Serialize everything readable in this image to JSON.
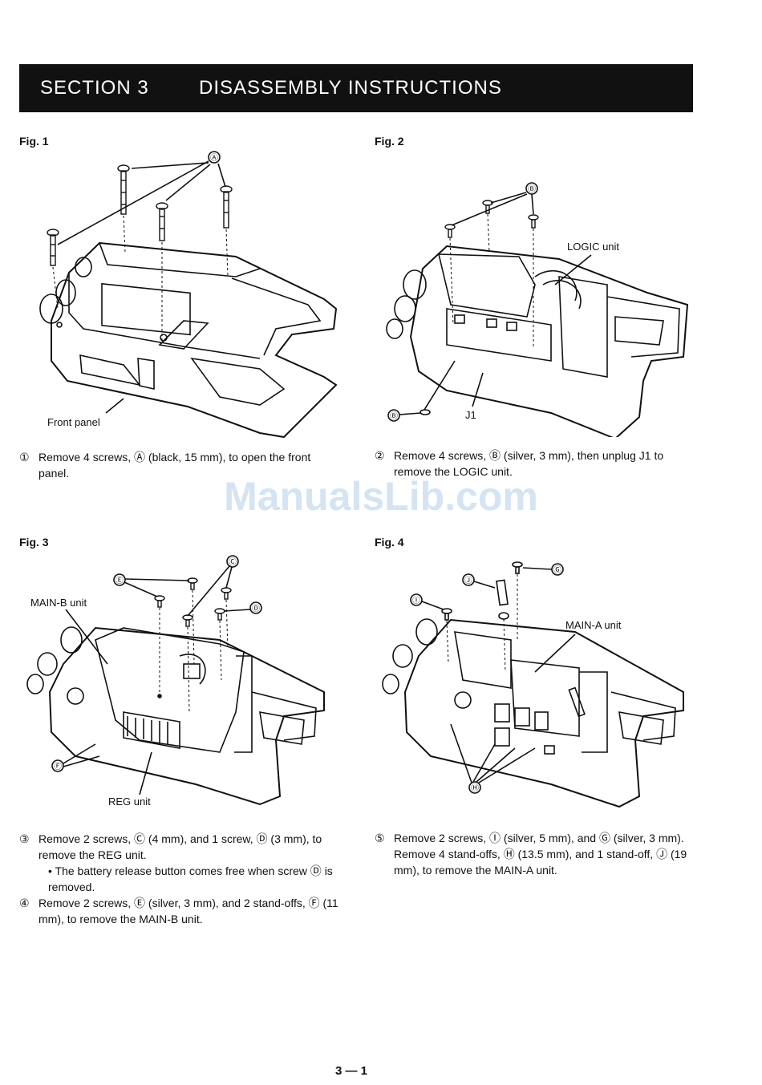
{
  "header": {
    "section": "SECTION  3",
    "title": "DISASSEMBLY INSTRUCTIONS"
  },
  "figures": {
    "fig1": {
      "label": "Fig. 1",
      "callouts": {
        "a": "Ⓐ",
        "front_panel": "Front panel"
      },
      "step": "①",
      "text": "Remove 4 screws, Ⓐ (black, 15 mm), to open the front panel."
    },
    "fig2": {
      "label": "Fig. 2",
      "callouts": {
        "b_top": "Ⓑ",
        "b_bottom": "Ⓑ",
        "logic": "LOGIC unit",
        "j1": "J1"
      },
      "step": "②",
      "text": "Remove 4 screws, Ⓑ (silver, 3 mm), then unplug J1 to remove the LOGIC unit."
    },
    "fig3": {
      "label": "Fig. 3",
      "callouts": {
        "c": "Ⓒ",
        "d": "Ⓓ",
        "e": "Ⓔ",
        "f": "Ⓕ",
        "main_b": "MAIN-B unit",
        "reg": "REG unit"
      },
      "step3": "③",
      "text3": "Remove 2 screws, Ⓒ (4 mm), and 1 screw, Ⓓ (3 mm), to remove the REG unit.",
      "note": "• The battery release button comes free when screw Ⓓ is removed.",
      "step4": "④",
      "text4": "Remove 2 screws, Ⓔ (silver, 3 mm), and 2 stand-offs, Ⓕ (11 mm), to remove the MAIN-B unit."
    },
    "fig4": {
      "label": "Fig. 4",
      "callouts": {
        "g": "Ⓖ",
        "h": "Ⓗ",
        "i": "Ⓘ",
        "j": "Ⓙ",
        "main_a": "MAIN-A unit"
      },
      "step": "⑤",
      "text": "Remove 2 screws, Ⓘ (silver, 5 mm), and Ⓖ (silver, 3 mm).",
      "text2": "Remove 4 stand-offs, Ⓗ (13.5 mm), and 1 stand-off, Ⓙ (19 mm), to remove the MAIN-A unit."
    }
  },
  "watermark": "ManualsLib.com",
  "page_number": "3 — 1"
}
